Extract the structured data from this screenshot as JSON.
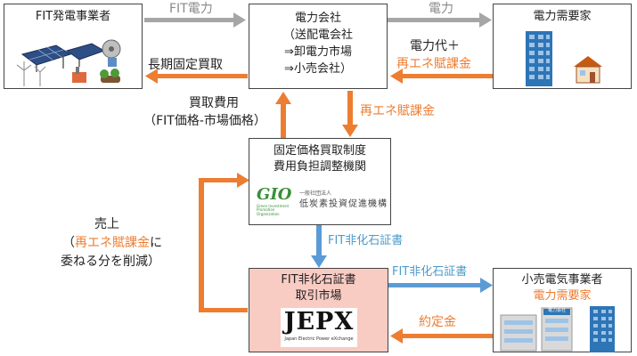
{
  "nodes": {
    "fit_generator": {
      "title": "FIT発電事業者"
    },
    "power_company": {
      "line1": "電力会社",
      "line2": "（送配電会社",
      "line3": "⇒卸電力市場",
      "line4": "⇒小売会社）"
    },
    "power_consumer": {
      "title": "電力需要家"
    },
    "adjustment_org": {
      "line1": "固定価格買取制度",
      "line2": "費用負担調整機関",
      "logo_text": "GIO",
      "logo_small": "一般社団法人",
      "logo_name": "低炭素投資促進機構",
      "logo_sub": "Green Investment Promotion Organization"
    },
    "certificate_market": {
      "line1": "FIT非化石証書",
      "line2": "取引市場",
      "logo_text": "JEPX",
      "logo_sub": "Japan Electric Power eXchange"
    },
    "retailer": {
      "line1": "小売電気事業者",
      "line2": "電力需要家",
      "building_sign": "電力会社"
    }
  },
  "edges": {
    "fit_power": "FIT電力",
    "power": "電力",
    "power_fee_line1": "電力代＋",
    "power_fee_line2": "再エネ賦課金",
    "long_term_purchase": "長期固定買取",
    "purchase_cost_line1": "買取費用",
    "purchase_cost_line2": "（FIT価格-市場価格）",
    "renewable_levy": "再エネ賦課金",
    "fit_cert_down": "FIT非化石証書",
    "fit_cert_right": "FIT非化石証書",
    "contract_money": "約定金",
    "sales_line1": "売上",
    "sales_line2_pre": "（",
    "sales_line2_orange": "再エネ賦課金",
    "sales_line2_post": "に",
    "sales_line3": "委ねる分を削減）"
  },
  "colors": {
    "arrow_gray": "#A6A6A6",
    "arrow_orange": "#ED7D31",
    "arrow_blue": "#5B9BD5",
    "accent_orange": "#ED7D31",
    "market_fill": "#F8CBC3"
  }
}
